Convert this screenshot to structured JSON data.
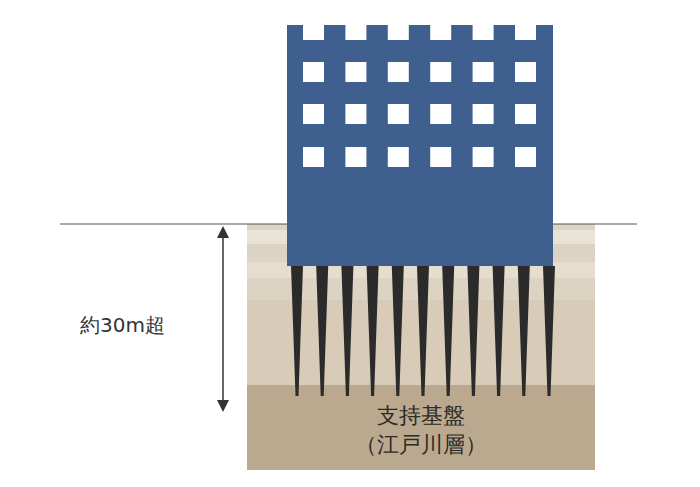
{
  "diagram": {
    "nodes": [
      {
        "text": [
          "支持基盤",
          "（江戸川層）"
        ]
      }
    ],
    "labels": [
      "約30m超"
    ]
  }
}
